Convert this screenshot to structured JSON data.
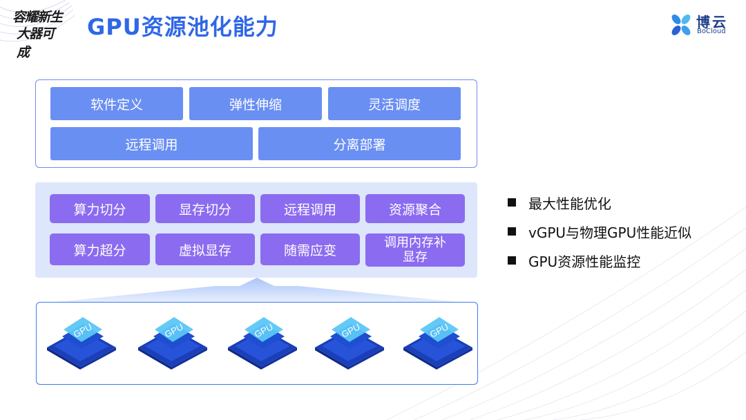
{
  "header": {
    "brand_line1": "容耀新生",
    "brand_line2": "大器可成",
    "title": "GPU资源池化能力",
    "logo_cn": "博云",
    "logo_en": "BoCloud"
  },
  "top_panel": {
    "row1": [
      "软件定义",
      "弹性伸缩",
      "灵活调度"
    ],
    "row2": [
      "远程调用",
      "分离部署"
    ]
  },
  "mid_panel": {
    "row1": [
      "算力切分",
      "显存切分",
      "远程调用",
      "资源聚合"
    ],
    "row2": [
      "算力超分",
      "虚拟显存",
      "随需应变",
      "调用内存补\n显存"
    ]
  },
  "gpu_chips": {
    "label": "GPU",
    "count": 5
  },
  "bullets": [
    "最大性能优化",
    "vGPU与物理GPU性能近似",
    "GPU资源性能监控"
  ],
  "colors": {
    "title": "#2f67e6",
    "top_buttons": "#6a8ff3",
    "mid_buttons": "#8b6bf0",
    "mid_panel_bg": "#dde6fb",
    "chip_top": "#38b6f2",
    "chip_base": "#1a3fb8"
  }
}
